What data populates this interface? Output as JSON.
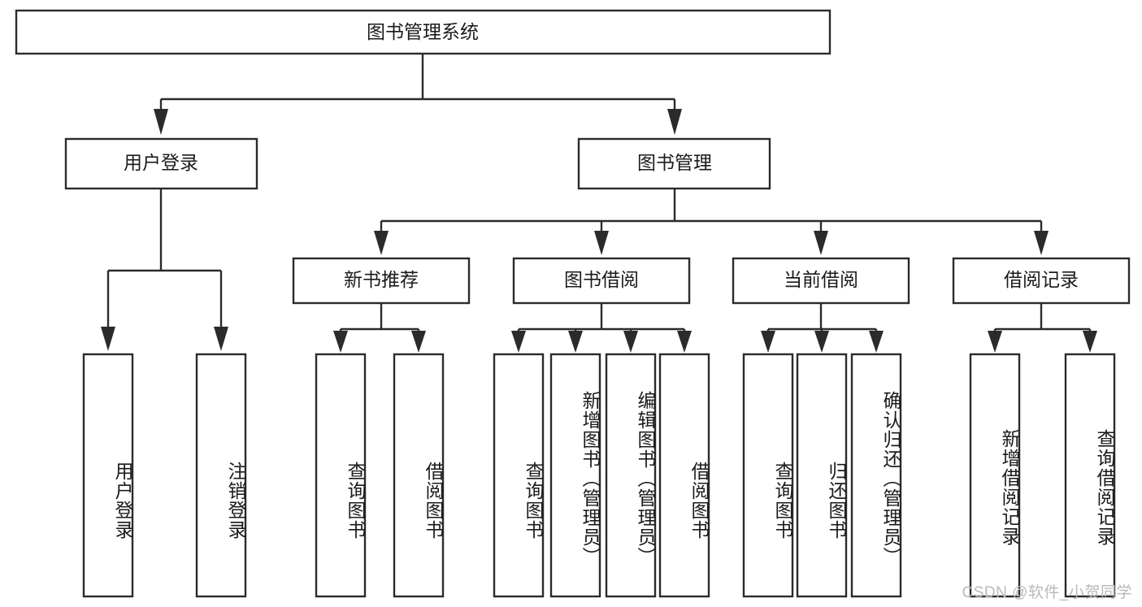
{
  "diagram": {
    "title": "图书管理系统",
    "type": "tree-hierarchy",
    "orientation": "top-down",
    "watermark": "CSDN @软件_小贺同学",
    "colors": {
      "box_stroke": "#2b2b2b",
      "box_fill": "#ffffff",
      "text": "#1b1b1b",
      "connector": "#2b2b2b",
      "watermark": "#b9b9b9",
      "background": "#ffffff"
    },
    "root": {
      "id": "root",
      "label": "图书管理系统"
    },
    "level2": [
      {
        "id": "user-login",
        "label": "用户登录"
      },
      {
        "id": "book-manage",
        "label": "图书管理"
      }
    ],
    "level3": [
      {
        "id": "new-book-recommend",
        "label": "新书推荐",
        "parent": "book-manage"
      },
      {
        "id": "book-borrow",
        "label": "图书借阅",
        "parent": "book-manage"
      },
      {
        "id": "current-borrow",
        "label": "当前借阅",
        "parent": "book-manage"
      },
      {
        "id": "borrow-record",
        "label": "借阅记录",
        "parent": "book-manage"
      }
    ],
    "leaves": {
      "user-login": [
        {
          "id": "leaf-user-login",
          "label": "用户登录"
        },
        {
          "id": "leaf-user-logout",
          "label": "注销登录"
        }
      ],
      "new-book-recommend": [
        {
          "id": "leaf-query-book-1",
          "label": "查询图书"
        },
        {
          "id": "leaf-borrow-book-1",
          "label": "借阅图书"
        }
      ],
      "book-borrow": [
        {
          "id": "leaf-query-book-2",
          "label": "查询图书"
        },
        {
          "id": "leaf-add-book",
          "label": "新增图书（管理员）"
        },
        {
          "id": "leaf-edit-book",
          "label": "编辑图书（管理员）"
        },
        {
          "id": "leaf-borrow-book-2",
          "label": "借阅图书"
        }
      ],
      "current-borrow": [
        {
          "id": "leaf-query-book-3",
          "label": "查询图书"
        },
        {
          "id": "leaf-return-book",
          "label": "归还图书"
        },
        {
          "id": "leaf-confirm-return",
          "label": "确认归还（管理员）"
        }
      ],
      "borrow-record": [
        {
          "id": "leaf-add-record",
          "label": "新增借阅记录"
        },
        {
          "id": "leaf-query-record",
          "label": "查询借阅记录"
        }
      ]
    }
  }
}
